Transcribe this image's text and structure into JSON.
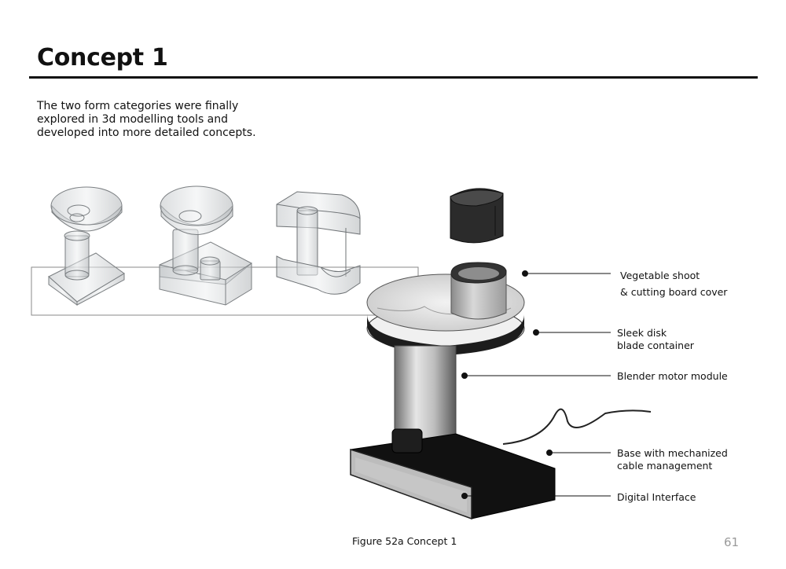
{
  "page": {
    "title": "Concept 1",
    "intro_lines": [
      "The two form categories were finally",
      "explored in 3d modelling tools and",
      "developed into more detailed concepts."
    ],
    "caption": "Figure 52a Concept 1",
    "page_number": "61"
  },
  "labels": {
    "vegetable_shoot": [
      "Vegetable shoot",
      "& cutting board cover"
    ],
    "disk_blade": [
      "Sleek disk",
      "blade container"
    ],
    "motor": [
      "Blender motor module"
    ],
    "base": [
      "Base with mechanized",
      "cable management"
    ],
    "interface": [
      "Digital Interface"
    ]
  }
}
